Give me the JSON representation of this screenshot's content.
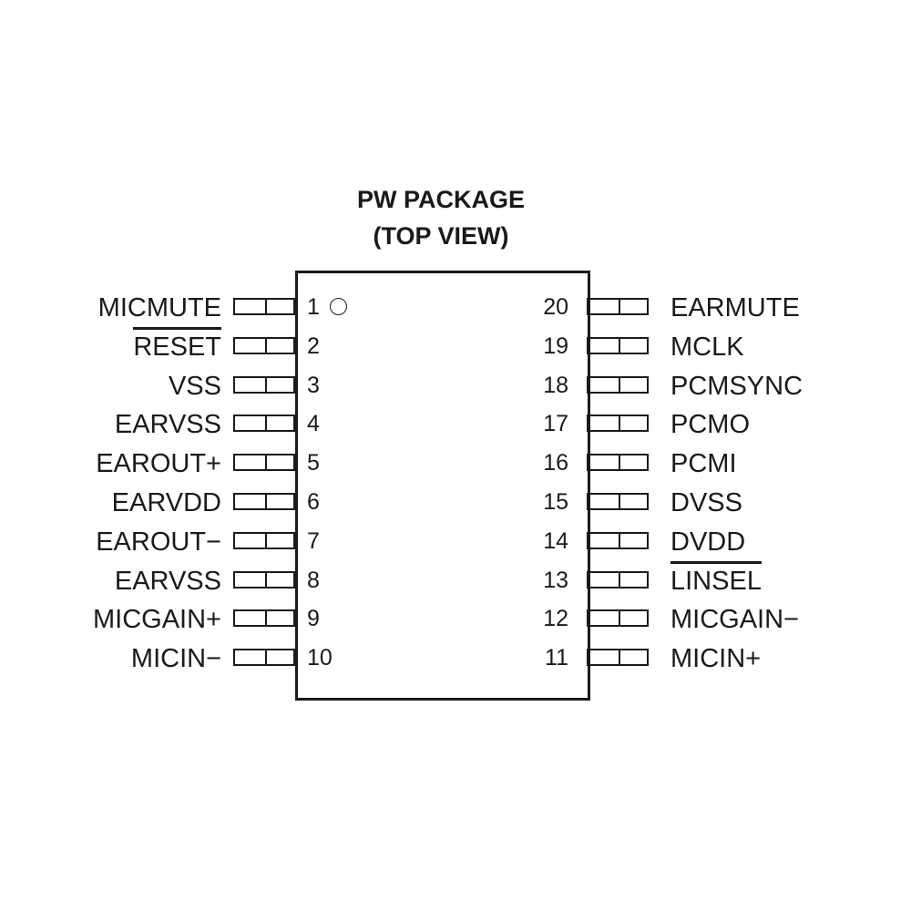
{
  "title": {
    "line1": "PW PACKAGE",
    "line2": "(TOP VIEW)"
  },
  "pins_left": [
    {
      "num": "1",
      "name": "MICMUTE",
      "overline": false
    },
    {
      "num": "2",
      "name": "RESET",
      "overline": true
    },
    {
      "num": "3",
      "name": "VSS",
      "overline": false
    },
    {
      "num": "4",
      "name": "EARVSS",
      "overline": false
    },
    {
      "num": "5",
      "name": "EAROUT+",
      "overline": false
    },
    {
      "num": "6",
      "name": "EARVDD",
      "overline": false
    },
    {
      "num": "7",
      "name": "EAROUT−",
      "overline": false
    },
    {
      "num": "8",
      "name": "EARVSS",
      "overline": false
    },
    {
      "num": "9",
      "name": "MICGAIN+",
      "overline": false
    },
    {
      "num": "10",
      "name": "MICIN−",
      "overline": false
    }
  ],
  "pins_right": [
    {
      "num": "20",
      "name": "EARMUTE",
      "overline": false
    },
    {
      "num": "19",
      "name": "MCLK",
      "overline": false
    },
    {
      "num": "18",
      "name": "PCMSYNC",
      "overline": false
    },
    {
      "num": "17",
      "name": "PCMO",
      "overline": false
    },
    {
      "num": "16",
      "name": "PCMI",
      "overline": false
    },
    {
      "num": "15",
      "name": "DVSS",
      "overline": false
    },
    {
      "num": "14",
      "name": "DVDD",
      "overline": false
    },
    {
      "num": "13",
      "name": "LINSEL",
      "overline": true
    },
    {
      "num": "12",
      "name": "MICGAIN−",
      "overline": false
    },
    {
      "num": "11",
      "name": "MICIN+",
      "overline": false
    }
  ]
}
